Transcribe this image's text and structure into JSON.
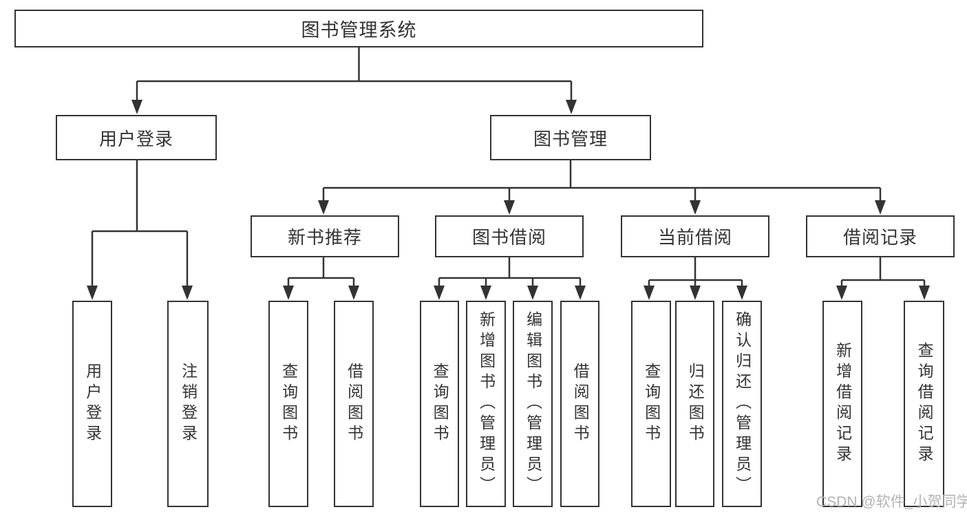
{
  "tree": {
    "root": "图书管理系统",
    "branches": [
      {
        "label": "用户登录",
        "children": [
          "用户登录",
          "注销登录"
        ]
      },
      {
        "label": "图书管理",
        "sections": [
          {
            "label": "新书推荐",
            "children": [
              "查询图书",
              "借阅图书"
            ]
          },
          {
            "label": "图书借阅",
            "children": [
              "查询图书",
              "新增图书（管理员）",
              "编辑图书（管理员）",
              "借阅图书"
            ]
          },
          {
            "label": "当前借阅",
            "children": [
              "查询图书",
              "归还图书",
              "确认归还（管理员）"
            ]
          },
          {
            "label": "借阅记录",
            "children": [
              "新增借阅记录",
              "查询借阅记录"
            ]
          }
        ]
      }
    ]
  },
  "watermark": {
    "text": "CSDN @软件_小贺同学"
  },
  "colors": {
    "line": "#333333",
    "box_border": "#333333",
    "text": "#333333",
    "background": "#ffffff",
    "watermark": "#b3b3b3"
  }
}
